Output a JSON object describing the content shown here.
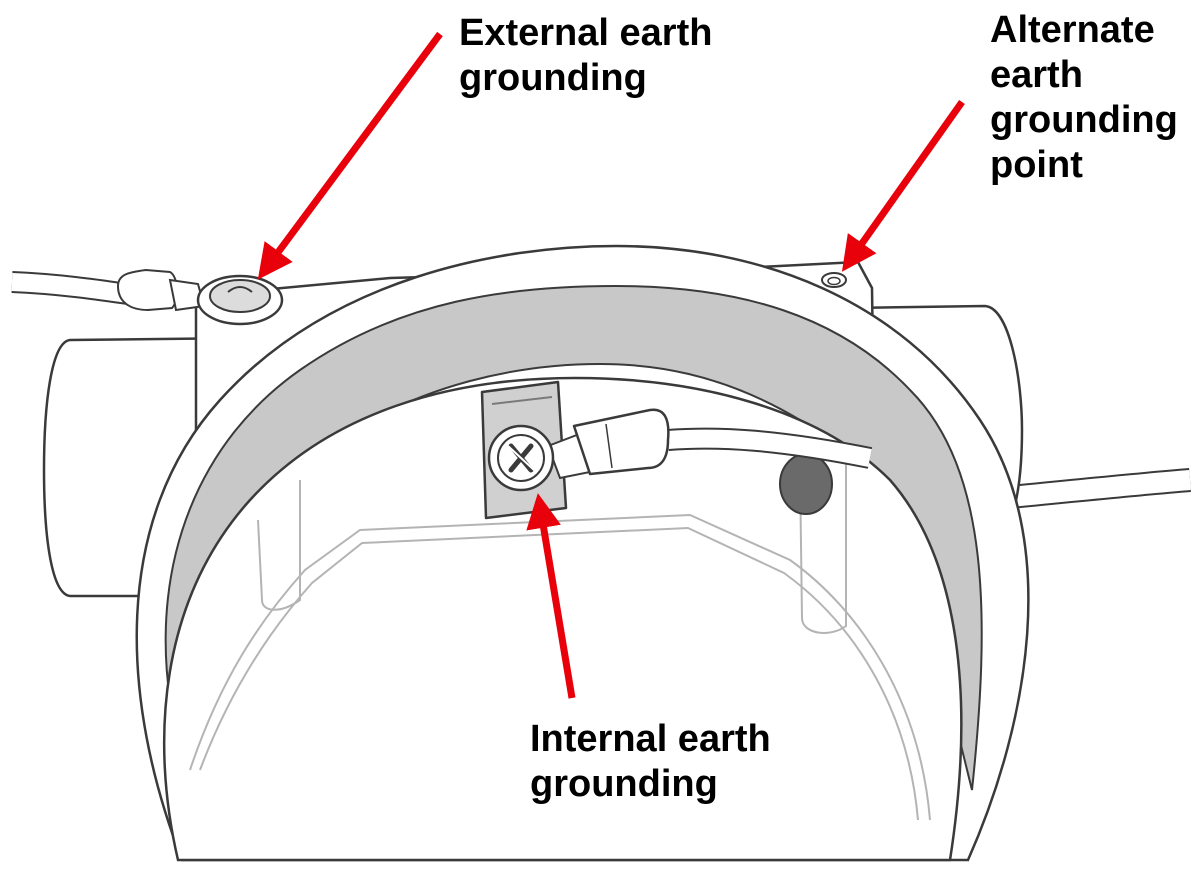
{
  "callouts": {
    "external": {
      "lines": [
        "External earth",
        "grounding"
      ]
    },
    "alternate": {
      "lines": [
        "Alternate",
        "earth",
        "grounding",
        "point"
      ]
    },
    "internal": {
      "lines": [
        "Internal earth",
        "grounding"
      ]
    }
  },
  "colors": {
    "arrow": "#e8000b",
    "line": "#3a3a3a",
    "band": "#c8c8c8",
    "body": "#ffffff",
    "inner_line": "#b4b4b4"
  }
}
